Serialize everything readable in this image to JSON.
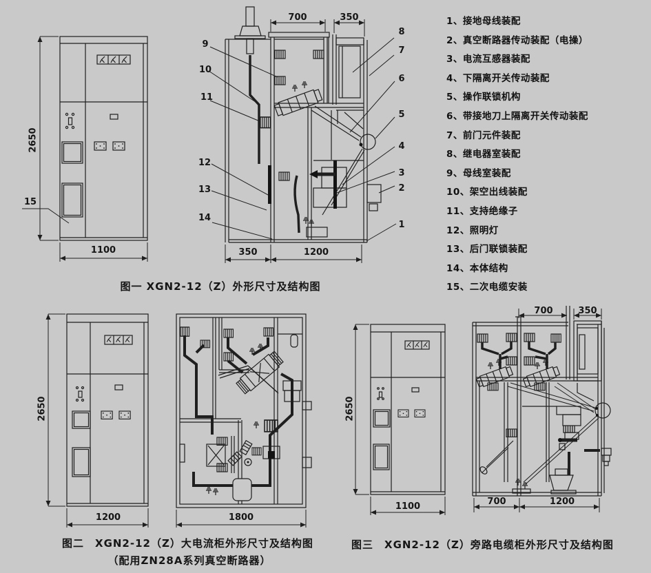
{
  "colors": {
    "background": "#c9c9c9",
    "line": "#1f1f1f",
    "text": "#111111"
  },
  "legend": {
    "items": [
      "1、接地母线装配",
      "2、真空断路器传动装配（电操）",
      "3、电流互感器装配",
      "4、下隔离开关传动装配",
      "5、操作联锁机构",
      "6、带接地刀上隔离开关传动装配",
      "7、前门元件装配",
      "8、继电器室装配",
      "9、母线室装配",
      "10、架空出线装配",
      "11、支持绝缘子",
      "12、照明灯",
      "13、后门联锁装配",
      "14、本体结构",
      "15、二次电缆安装"
    ]
  },
  "figure1": {
    "caption": "图一 XGN2-12（Z）外形尺寸及结构图",
    "front": {
      "height_mm": "2650",
      "width_mm": "1100",
      "callout": "15"
    },
    "section": {
      "dim_top_left": "700",
      "dim_top_right": "350",
      "dim_bottom_left": "350",
      "dim_bottom_right": "1200",
      "callouts": [
        "1",
        "2",
        "3",
        "4",
        "5",
        "6",
        "7",
        "8",
        "9",
        "10",
        "11",
        "12",
        "13",
        "14"
      ]
    }
  },
  "figure2": {
    "caption": "图二　XGN2-12（Z）大电流柜外形尺寸及结构图",
    "subcaption": "（配用ZN28A系列真空断路器）",
    "front": {
      "height_mm": "2650",
      "width_mm": "1200"
    },
    "section": {
      "width_mm": "1800"
    }
  },
  "figure3": {
    "caption": "图三　XGN2-12（Z）旁路电缆柜外形尺寸及结构图",
    "front": {
      "height_mm": "2650",
      "width_mm": "1100"
    },
    "section": {
      "dim_top_left": "700",
      "dim_top_right": "350",
      "dim_bottom_left": "700",
      "dim_bottom_right": "1200"
    }
  }
}
